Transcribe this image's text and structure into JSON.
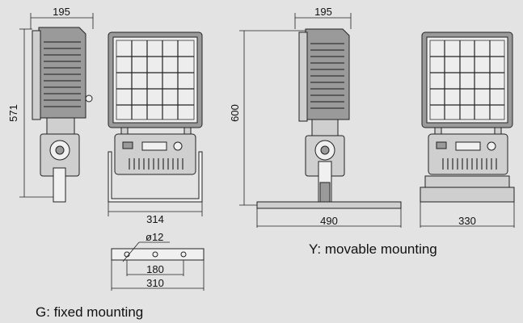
{
  "dimensions": {
    "g_side_width": "195",
    "g_side_height": "571",
    "g_front_width": "314",
    "bracket_hole": "ø12",
    "bracket_hole_spacing": "180",
    "bracket_length": "310",
    "y_side_width": "195",
    "y_side_height": "600",
    "y_base_length": "490",
    "y_front_width": "330"
  },
  "captions": {
    "fixed": "G: fixed mounting",
    "movable": "Y: movable mounting"
  }
}
